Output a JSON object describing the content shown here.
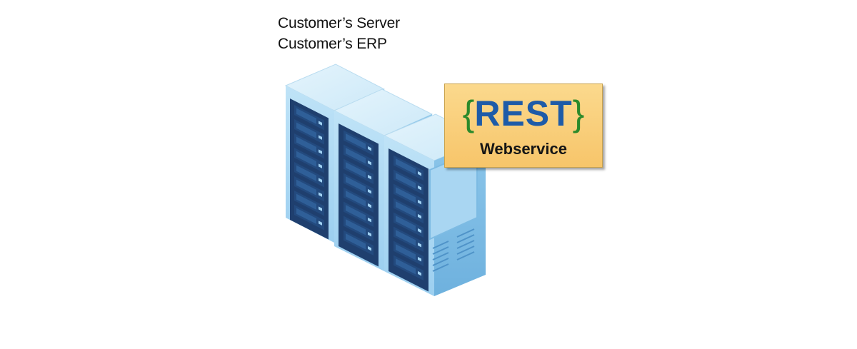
{
  "labels": {
    "server": "Customer’s Server",
    "erp": "Customer’s ERP"
  },
  "rest_badge": {
    "brace_open": "{",
    "title": "REST",
    "brace_close": "}",
    "subtitle": "Webservice"
  },
  "colors": {
    "badge_fill": "#f7c56a",
    "brace": "#2b8a2b",
    "rest_text": "#1e5ba8",
    "server_light": "#cfeaf8",
    "server_mid": "#9fd0ee",
    "server_dark": "#1f3f6e"
  },
  "icons": [
    "server-rack-icon",
    "server-rack-icon",
    "server-rack-icon"
  ]
}
